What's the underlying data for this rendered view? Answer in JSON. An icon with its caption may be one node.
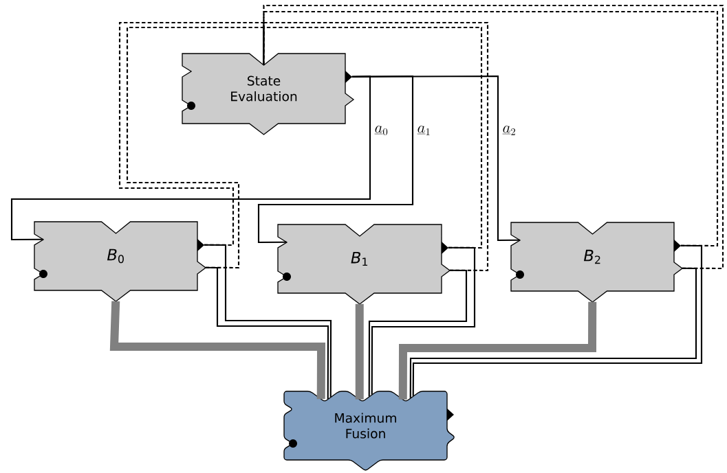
{
  "diagram": {
    "nodes": [
      {
        "text": [
          "State Evaluation"
        ]
      },
      {
        "text": [
          "*B*$_{0}$"
        ]
      },
      {
        "text": [
          "*B*$_{1}$"
        ]
      },
      {
        "text": [
          "*B*$_{2}$"
        ]
      },
      {
        "text": [
          "Maximum Fusion"
        ]
      }
    ],
    "edges": [
      {
        "from": 0,
        "to": 1,
        "arrow": "none",
        "label": "\\underline{a}_0"
      },
      {
        "from": 0,
        "to": 2,
        "arrow": "none",
        "label": "\\underline{a}_1"
      },
      {
        "from": 0,
        "to": 3,
        "arrow": "none",
        "label": "\\underline{a}_2"
      },
      {
        "from": 1,
        "to": 4,
        "arrow": "none",
        "style": "thick",
        "color": "#808080"
      },
      {
        "from": 2,
        "to": 4,
        "arrow": "none",
        "style": "thick",
        "color": "#808080"
      },
      {
        "from": 3,
        "to": 4,
        "arrow": "none",
        "style": "thick",
        "color": "#808080"
      },
      {
        "from": 1,
        "to": 4,
        "arrow": "none"
      },
      {
        "from": 1,
        "to": 4,
        "arrow": "none"
      },
      {
        "from": 2,
        "to": 4,
        "arrow": "none"
      },
      {
        "from": 2,
        "to": 4,
        "arrow": "none"
      },
      {
        "from": 3,
        "to": 4,
        "arrow": "none"
      },
      {
        "from": 3,
        "to": 4,
        "arrow": "none"
      },
      {
        "from": 1,
        "to": 0,
        "arrow": "none",
        "style": "dashed"
      },
      {
        "from": 1,
        "to": 0,
        "arrow": "none",
        "style": "dashed"
      },
      {
        "from": 2,
        "to": 0,
        "arrow": "none",
        "style": "dashed"
      },
      {
        "from": 2,
        "to": 0,
        "arrow": "none",
        "style": "dashed"
      },
      {
        "from": 3,
        "to": 0,
        "arrow": "none",
        "style": "dashed"
      },
      {
        "from": 3,
        "to": 0,
        "arrow": "none",
        "style": "dashed"
      }
    ]
  }
}
